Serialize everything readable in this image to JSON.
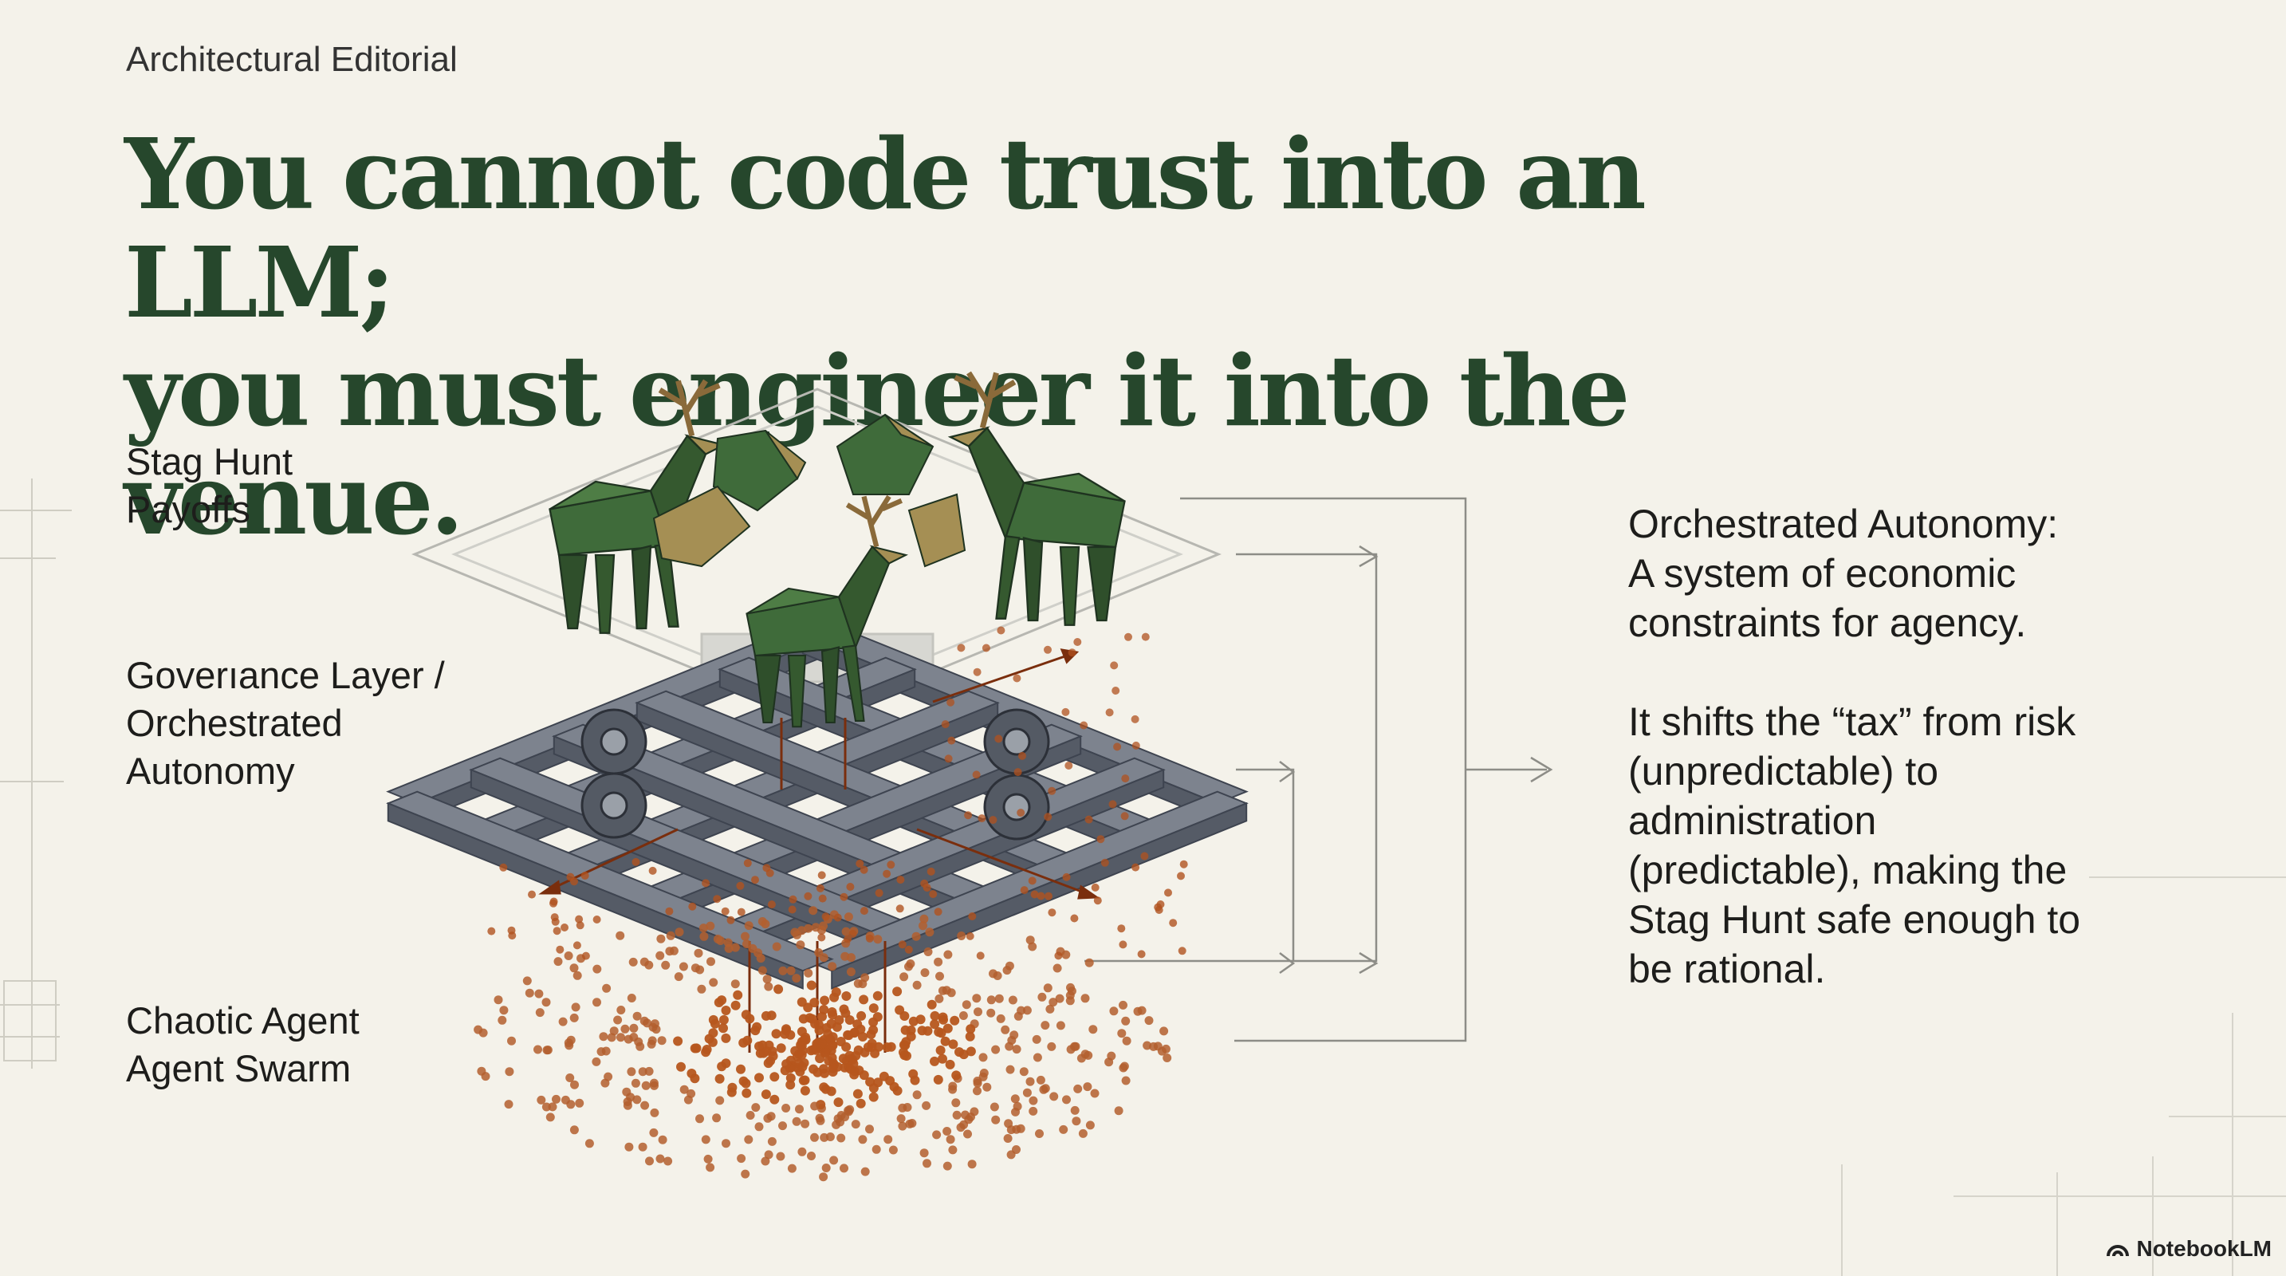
{
  "eyebrow": "Architectural Editorial",
  "headline": {
    "line1": "You cannot code trust into an LLM;",
    "line2": "you must engineer it into the venue."
  },
  "layers": {
    "top": {
      "line1": "Stag Hunt",
      "line2": "Payoffs"
    },
    "middle": {
      "line1": "Goverıance Layer /",
      "line2": "Orchestrated",
      "line3": "Autonomy"
    },
    "bottom": {
      "line1": "Chaotic Agent",
      "line2": "Agent Swarm"
    }
  },
  "side_note": {
    "p1": [
      "Orchestrated Autonomy:",
      "A system of economic",
      "constraints for agency."
    ],
    "p2": [
      "It shifts the “tax” from risk",
      "(unpredictable) to",
      "administration",
      "(predictable), making the",
      "Stag Hunt safe enough to",
      "be rational."
    ]
  },
  "brand": {
    "name": "NotebookLM",
    "icon": "notebooklm-logo-icon"
  },
  "colors": {
    "background": "#f4f2ea",
    "headline": "#26472c",
    "stag_green": "#3f6b3a",
    "stag_gold": "#a58f54",
    "grid_steel": "#6b717c",
    "swarm_rust": "#b0521f"
  }
}
